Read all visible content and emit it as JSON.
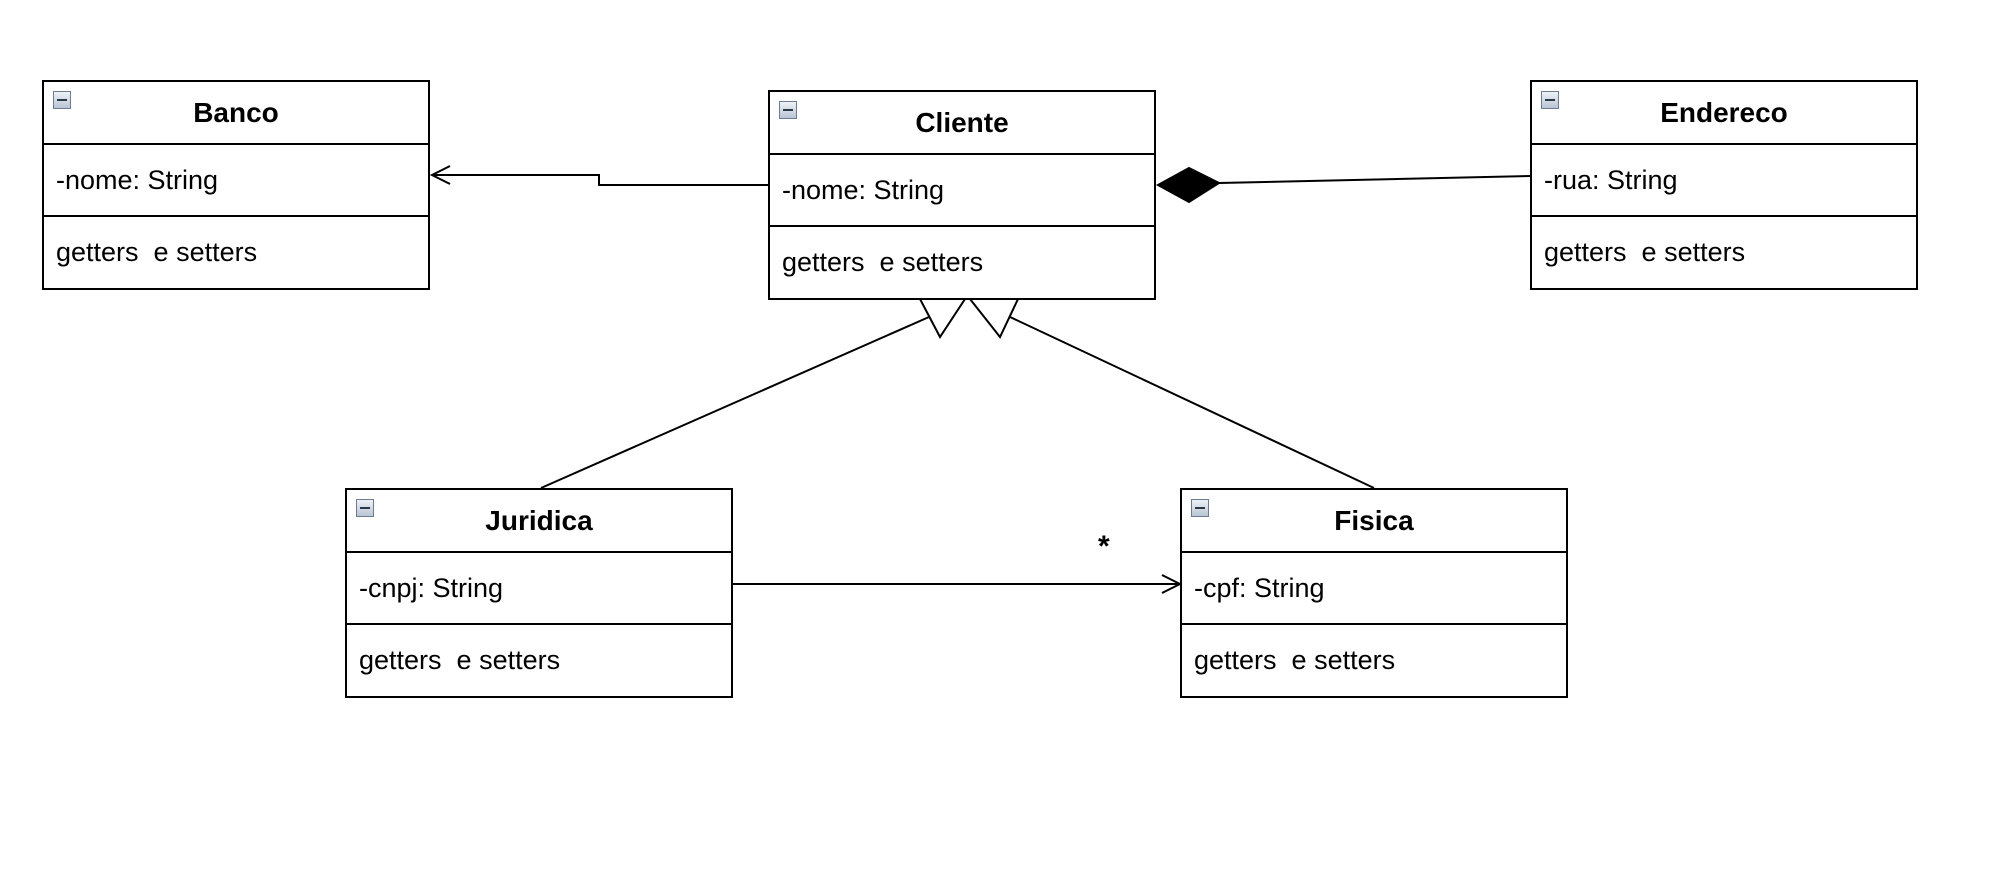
{
  "classes": {
    "banco": {
      "name": "Banco",
      "attribute": "-nome: String",
      "methods": "getters  e setters"
    },
    "cliente": {
      "name": "Cliente",
      "attribute": "-nome: String",
      "methods": "getters  e setters"
    },
    "endereco": {
      "name": "Endereco",
      "attribute": "-rua: String",
      "methods": "getters  e setters"
    },
    "juridica": {
      "name": "Juridica",
      "attribute": "-cnpj: String",
      "methods": "getters  e setters"
    },
    "fisica": {
      "name": "Fisica",
      "attribute": "-cpf: String",
      "methods": "getters  e setters"
    }
  },
  "relations": {
    "juridica_fisica_multiplicity": "*"
  },
  "icons": {
    "collapse": "collapse-icon"
  }
}
